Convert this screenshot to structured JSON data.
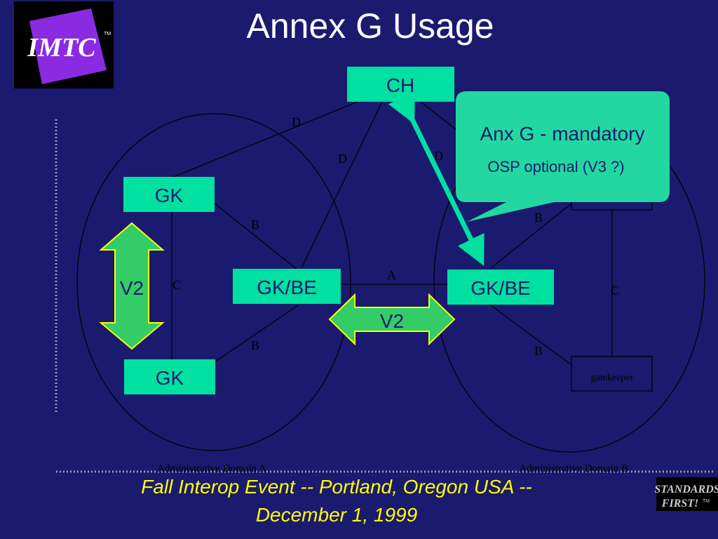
{
  "title": "Annex G Usage",
  "logo": {
    "text": "IMTC",
    "tm": "TM"
  },
  "diagram": {
    "ch": "CH",
    "gk_top_left": "GK",
    "gk_bottom_left": "GK",
    "gkbe_left": "GK/BE",
    "gkbe_right": "GK/BE",
    "gatekeeper_right": "gatekeeper",
    "v2_left": "V2",
    "v2_middle": "V2",
    "link_labels": {
      "d_left": "D",
      "d_center": "D",
      "d_right": "D",
      "b_left_upper": "B",
      "b_left_lower": "B",
      "b_right_upper": "B",
      "b_right_lower": "B",
      "c_left": "C",
      "c_right": "C",
      "a_center": "A"
    },
    "domain_a_label": "Administrative Domain A",
    "domain_b_label": "Administrative Domain B"
  },
  "callout": {
    "line1": "Anx G - mandatory",
    "line2": "OSP optional (V3 ?)"
  },
  "footer": {
    "line1": "Fall Interop Event -- Portland, Oregon USA --",
    "line2": "December 1, 1999"
  },
  "standards_logo": {
    "line1": "STANDARDS",
    "line2": "FIRST!",
    "tm": "TM"
  },
  "colors": {
    "background": "#1a1a6e",
    "box_fill": "#00e0a0",
    "arrow_fill": "#33cc66",
    "arrow_stroke": "#ffff00",
    "callout_fill": "#22d8a0",
    "footer_text": "#ffff00",
    "logo_bg": "#000000",
    "logo_purple": "#8a2be2"
  }
}
